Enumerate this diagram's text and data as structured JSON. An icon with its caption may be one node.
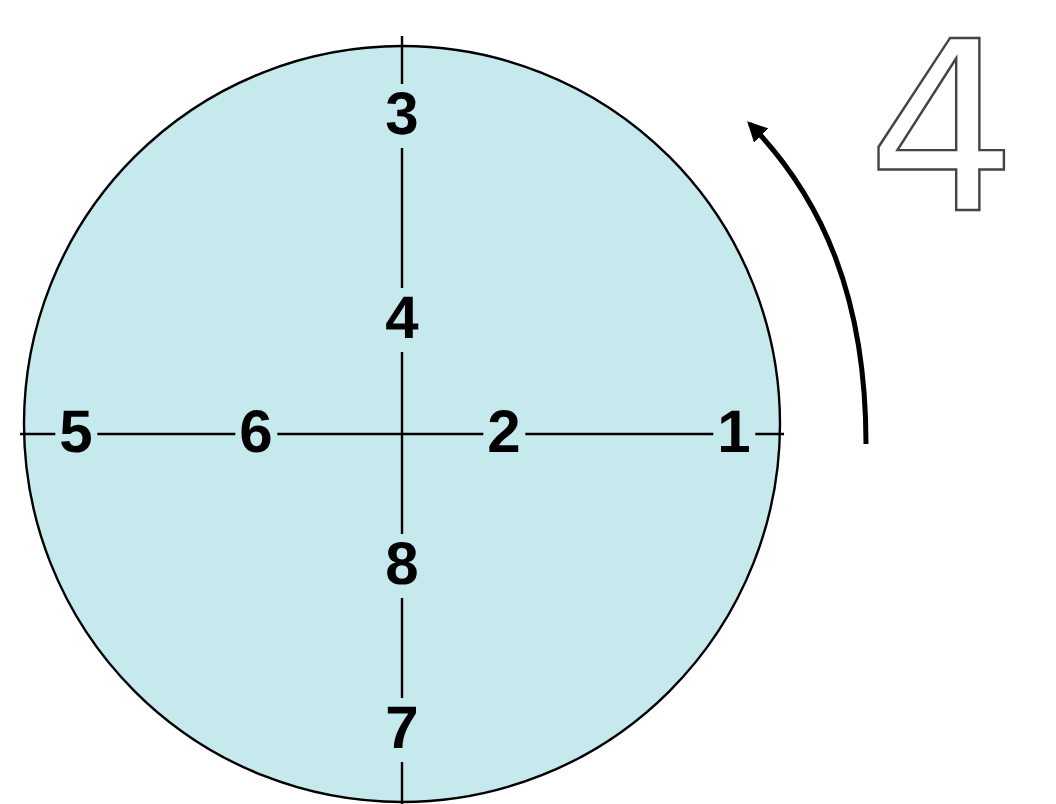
{
  "diagram": {
    "labels": [
      "3",
      "4",
      "4",
      "5",
      "6",
      "2",
      "1",
      "8",
      "7"
    ]
  }
}
